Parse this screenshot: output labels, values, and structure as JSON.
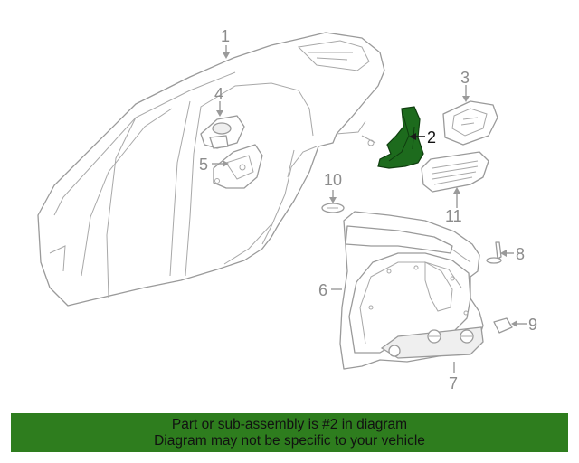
{
  "diagram": {
    "callouts": {
      "c1": "1",
      "c2": "2",
      "c3": "3",
      "c4": "4",
      "c5": "5",
      "c6": "6",
      "c7": "7",
      "c8": "8",
      "c9": "9",
      "c10": "10",
      "c11": "11"
    },
    "highlight_color": "#1d6b1d"
  },
  "banner": {
    "line1": "Part or sub-assembly is #2 in diagram",
    "line2": "Diagram may not be specific to your vehicle",
    "background": "#2e7d1e"
  }
}
